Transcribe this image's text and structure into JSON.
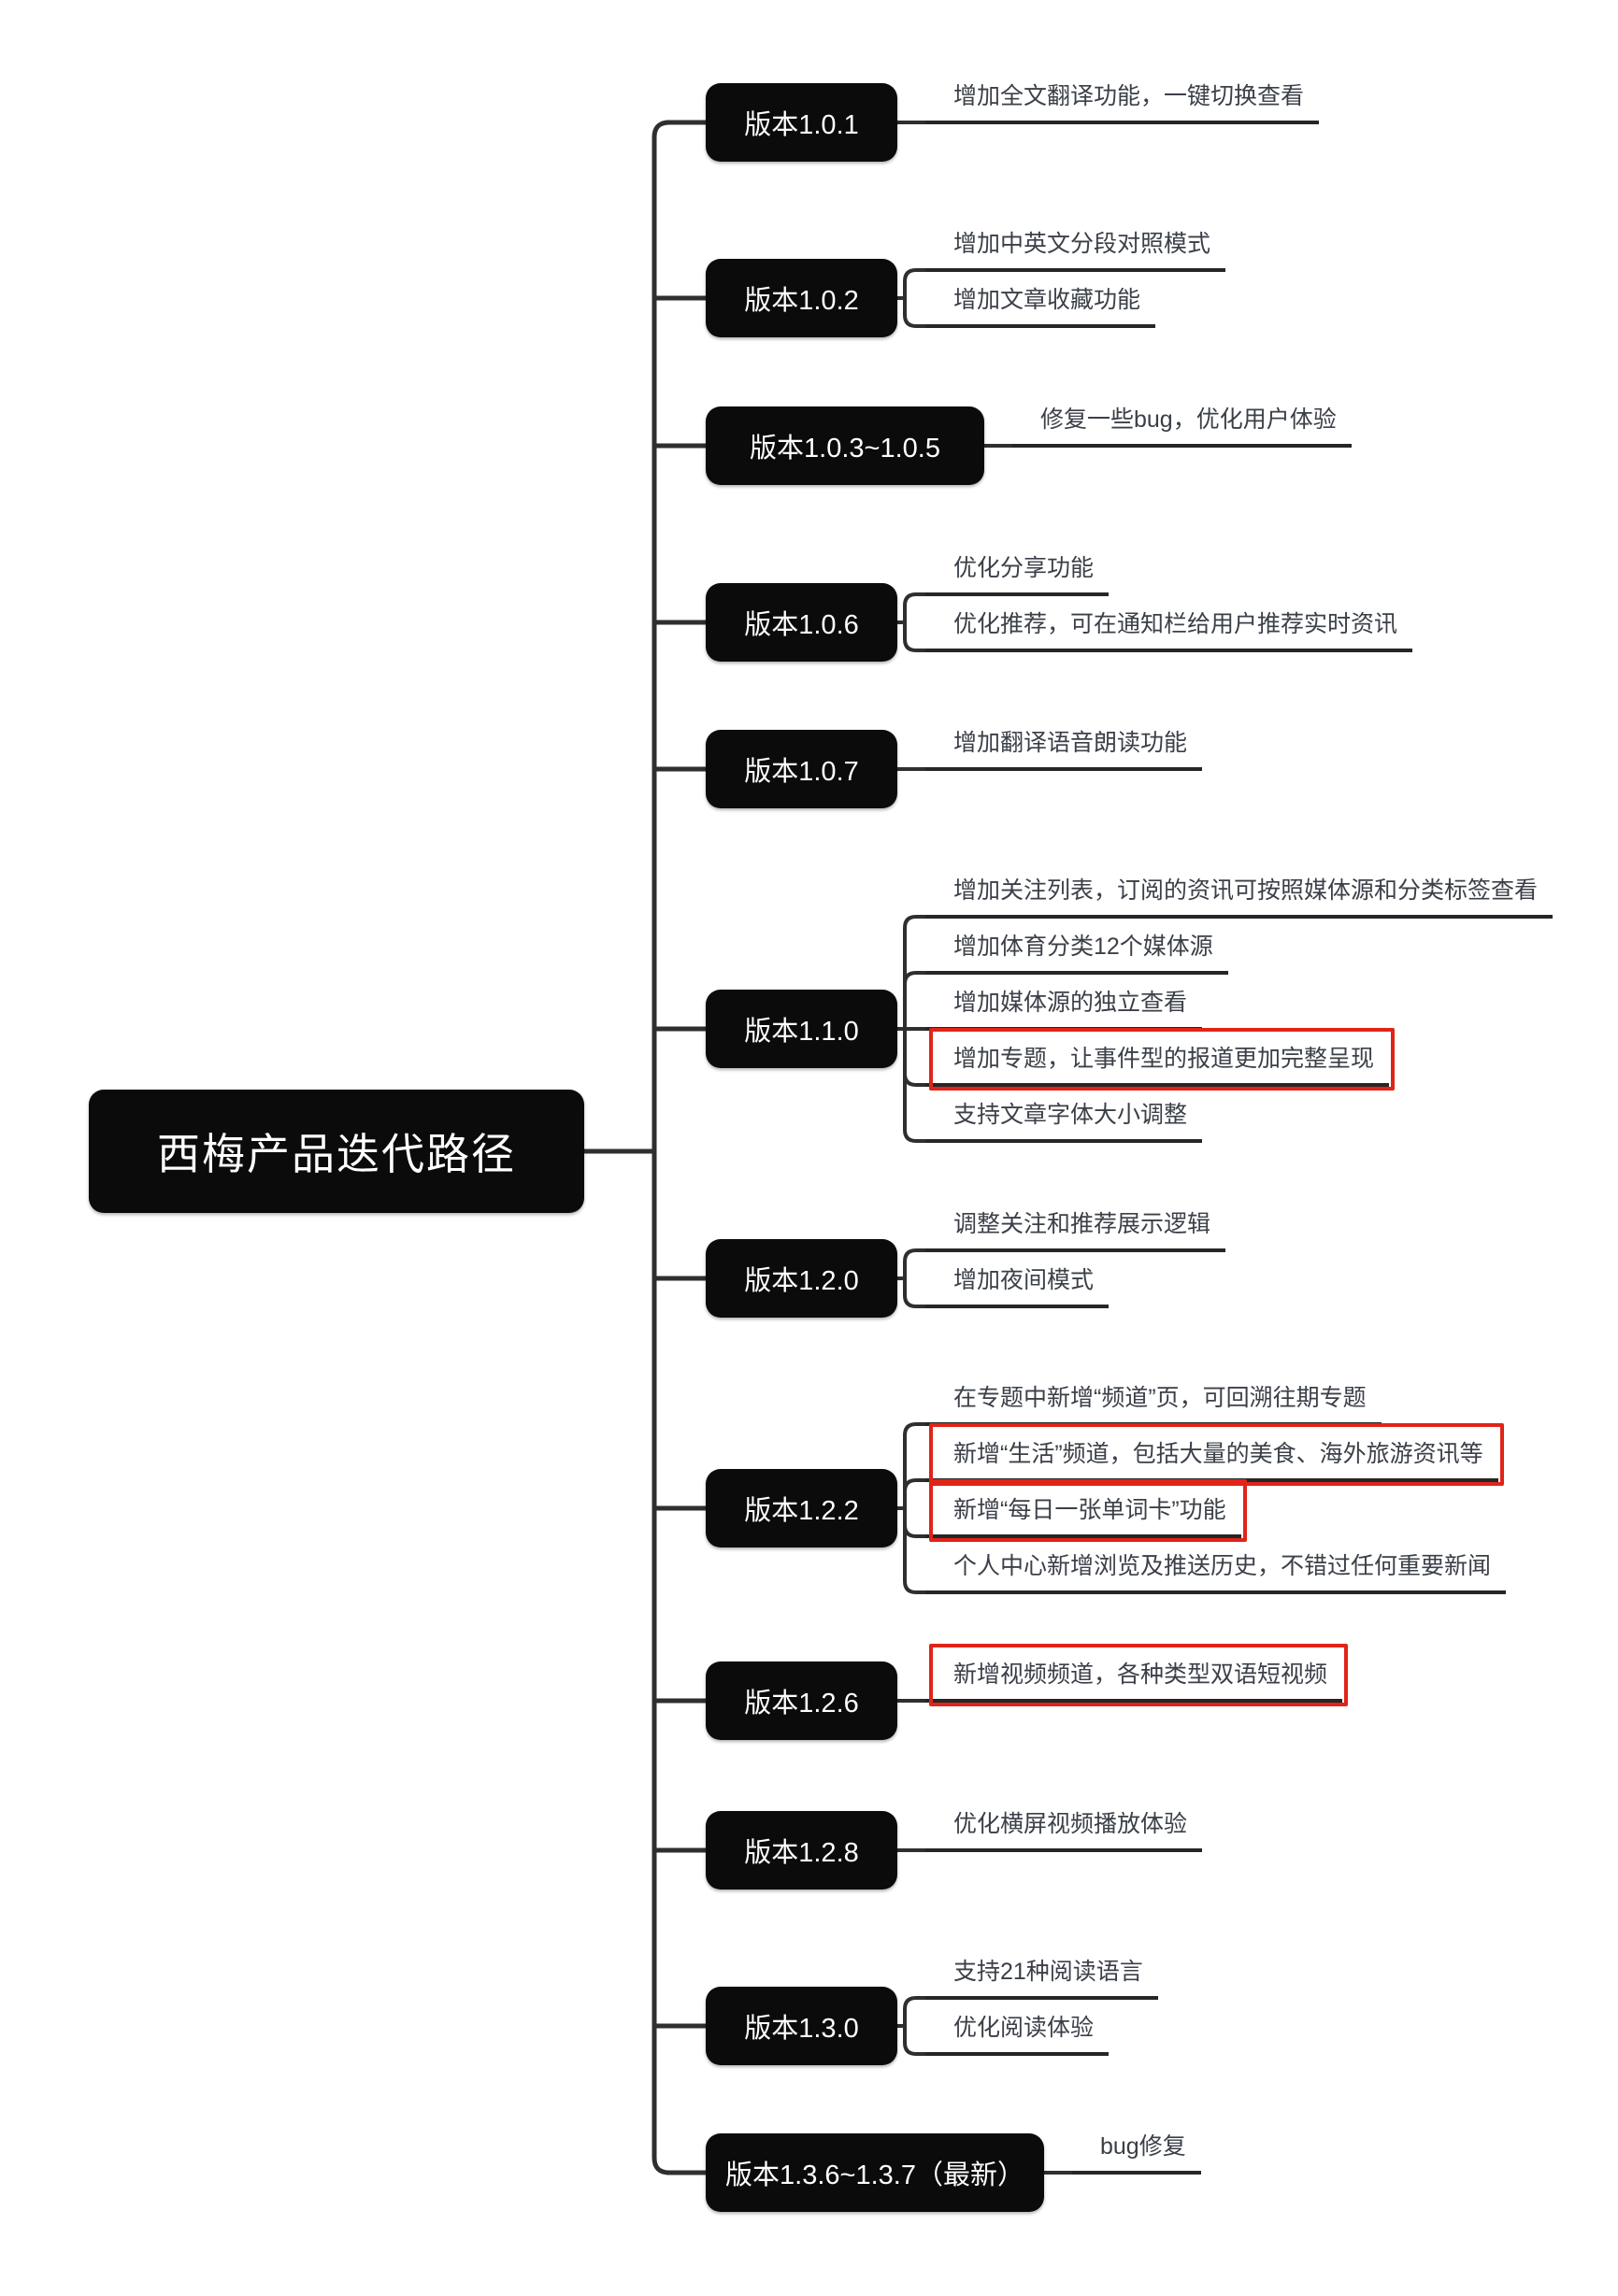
{
  "type": "mindmap",
  "root": {
    "label": "西梅产品迭代路径"
  },
  "colors": {
    "node_background": "#0b0b0b",
    "node_text": "#ffffff",
    "connector_line": "#2f2f2f",
    "leaf_text": "#3b4048",
    "leaf_underline": "#262626",
    "highlight_box": "#e02418",
    "background": "#ffffff"
  },
  "branches": [
    {
      "label": "版本1.0.1",
      "leaves": [
        {
          "text": "增加全文翻译功能，一键切换查看",
          "highlighted": false
        }
      ]
    },
    {
      "label": "版本1.0.2",
      "leaves": [
        {
          "text": "增加中英文分段对照模式",
          "highlighted": false
        },
        {
          "text": "增加文章收藏功能",
          "highlighted": false
        }
      ]
    },
    {
      "label": "版本1.0.3~1.0.5",
      "leaves": [
        {
          "text": "修复一些bug，优化用户体验",
          "highlighted": false
        }
      ]
    },
    {
      "label": "版本1.0.6",
      "leaves": [
        {
          "text": "优化分享功能",
          "highlighted": false
        },
        {
          "text": "优化推荐，可在通知栏给用户推荐实时资讯",
          "highlighted": false
        }
      ]
    },
    {
      "label": "版本1.0.7",
      "leaves": [
        {
          "text": "增加翻译语音朗读功能",
          "highlighted": false
        }
      ]
    },
    {
      "label": "版本1.1.0",
      "leaves": [
        {
          "text": "增加关注列表，订阅的资讯可按照媒体源和分类标签查看",
          "highlighted": false
        },
        {
          "text": "增加体育分类12个媒体源",
          "highlighted": false
        },
        {
          "text": "增加媒体源的独立查看",
          "highlighted": false
        },
        {
          "text": "增加专题，让事件型的报道更加完整呈现",
          "highlighted": true
        },
        {
          "text": "支持文章字体大小调整",
          "highlighted": false
        }
      ]
    },
    {
      "label": "版本1.2.0",
      "leaves": [
        {
          "text": "调整关注和推荐展示逻辑",
          "highlighted": false
        },
        {
          "text": "增加夜间模式",
          "highlighted": false
        }
      ]
    },
    {
      "label": "版本1.2.2",
      "leaves": [
        {
          "text": "在专题中新增“频道”页，可回溯往期专题",
          "highlighted": false
        },
        {
          "text": "新增“生活”频道，包括大量的美食、海外旅游资讯等",
          "highlighted": true
        },
        {
          "text": "新增“每日一张单词卡”功能",
          "highlighted": true
        },
        {
          "text": "个人中心新增浏览及推送历史，不错过任何重要新闻",
          "highlighted": false
        }
      ]
    },
    {
      "label": "版本1.2.6",
      "leaves": [
        {
          "text": "新增视频频道，各种类型双语短视频",
          "highlighted": true
        }
      ]
    },
    {
      "label": "版本1.2.8",
      "leaves": [
        {
          "text": "优化横屏视频播放体验",
          "highlighted": false
        }
      ]
    },
    {
      "label": "版本1.3.0",
      "leaves": [
        {
          "text": "支持21种阅读语言",
          "highlighted": false
        },
        {
          "text": "优化阅读体验",
          "highlighted": false
        }
      ]
    },
    {
      "label": "版本1.3.6~1.3.7（最新）",
      "leaves": [
        {
          "text": "bug修复",
          "highlighted": false
        }
      ]
    }
  ]
}
